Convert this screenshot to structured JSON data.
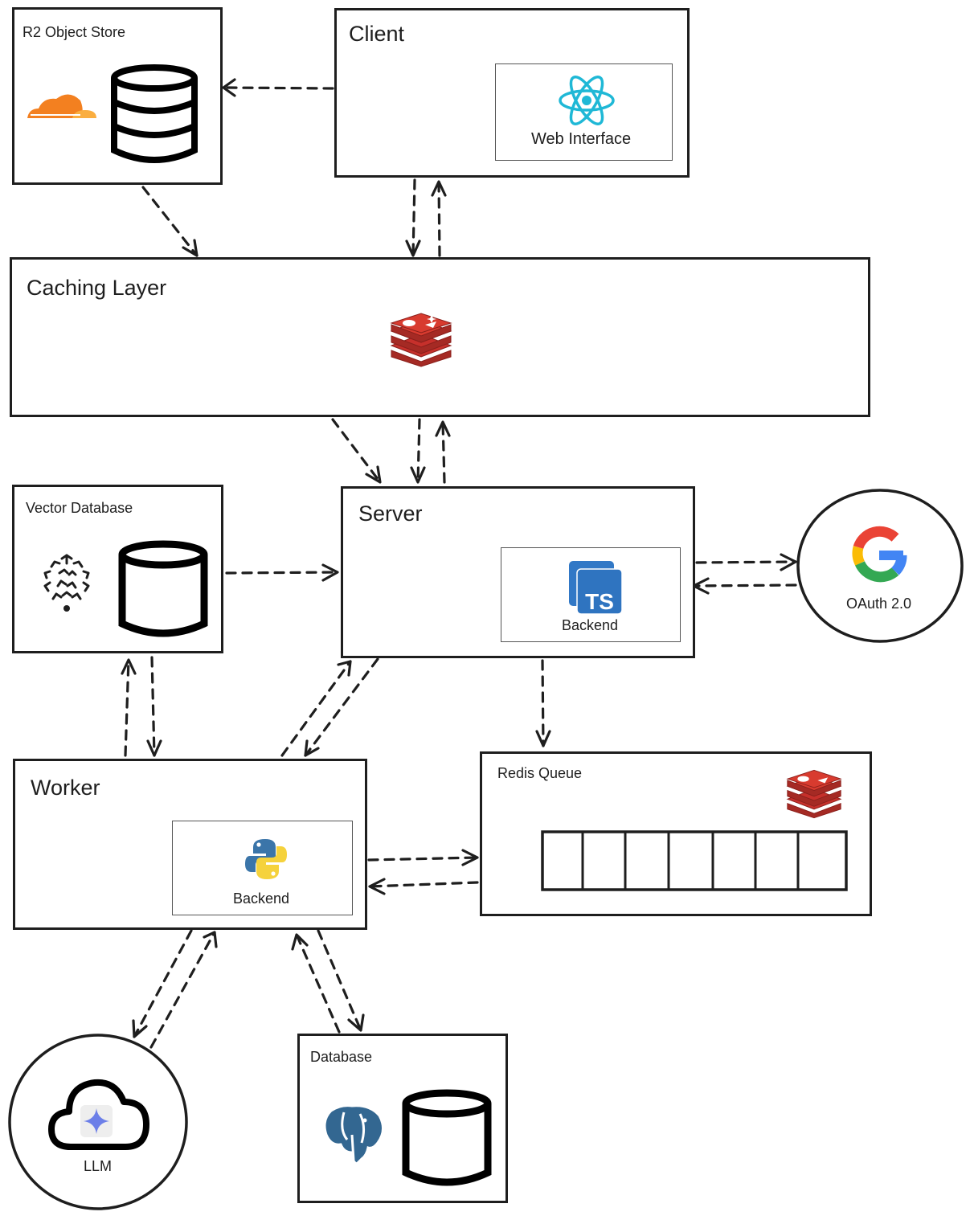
{
  "nodes": {
    "r2": {
      "title": "R2 Object Store"
    },
    "client": {
      "title": "Client",
      "inner_label": "Web Interface"
    },
    "cache": {
      "title": "Caching Layer"
    },
    "vector": {
      "title": "Vector Database"
    },
    "server": {
      "title": "Server",
      "inner_label": "Backend",
      "badge": "TS"
    },
    "oauth": {
      "title": "OAuth 2.0"
    },
    "worker": {
      "title": "Worker",
      "inner_label": "Backend"
    },
    "queue": {
      "title": "Redis Queue",
      "slots": 7
    },
    "llm": {
      "title": "LLM"
    },
    "database": {
      "title": "Database"
    }
  },
  "colors": {
    "stroke": "#1e1e1e",
    "cloudflare": "#f38020",
    "react": "#1fb8d6",
    "redis": "#c6302b",
    "typescript": "#3178c6",
    "python_blue": "#3b75a9",
    "python_yellow": "#f5d23c",
    "postgres": "#336791"
  },
  "icons": [
    "cloudflare-icon",
    "database-icon",
    "react-icon",
    "redis-icon",
    "pinecone-icon",
    "typescript-icon",
    "google-icon",
    "python-icon",
    "postgres-icon",
    "gemini-cloud-icon"
  ]
}
